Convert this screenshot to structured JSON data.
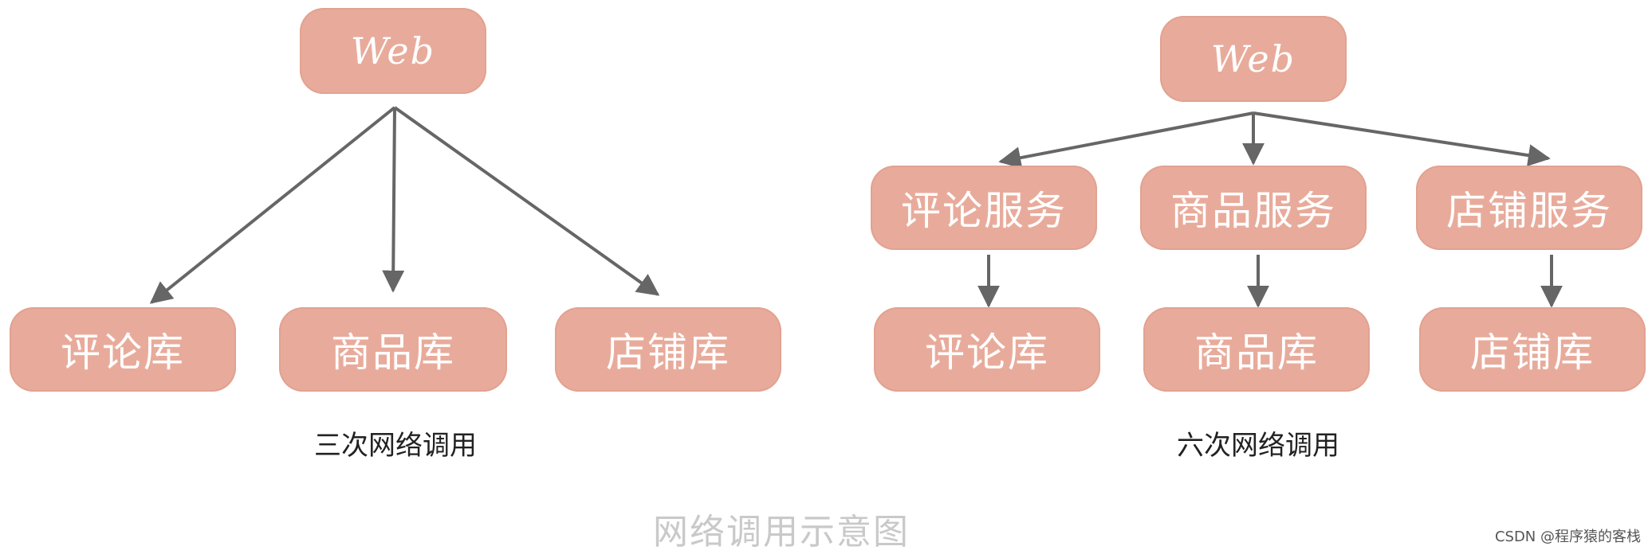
{
  "left_diagram": {
    "root": "Web",
    "children": [
      "评论库",
      "商品库",
      "店铺库"
    ],
    "caption": "三次网络调用"
  },
  "right_diagram": {
    "root": "Web",
    "services": [
      "评论服务",
      "商品服务",
      "店铺服务"
    ],
    "databases": [
      "评论库",
      "商品库",
      "店铺库"
    ],
    "caption": "六次网络调用"
  },
  "figure_title": "网络调用示意图",
  "watermark": "CSDN @程序猿的客栈",
  "colors": {
    "node_fill": "#e8ab9b",
    "node_text": "#ffffff",
    "arrow": "#666666"
  }
}
